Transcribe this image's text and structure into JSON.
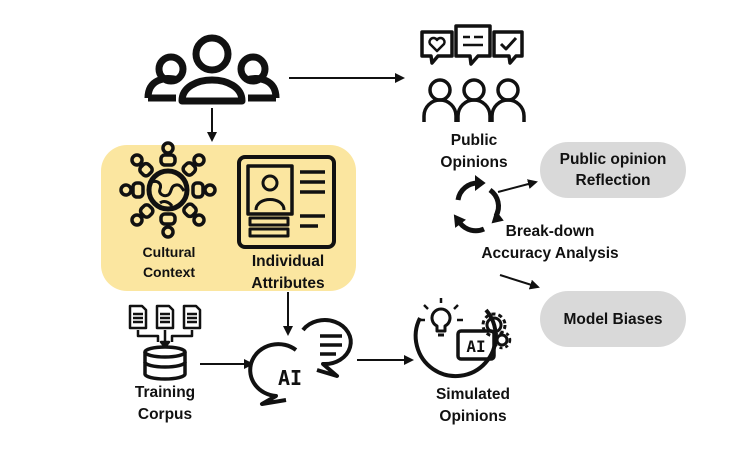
{
  "colors": {
    "highlight": "#fbe6a0",
    "pill": "#d9d9d9",
    "stroke": "#111111"
  },
  "icons": {
    "population": "people-group-icon",
    "opinions": "speech-bubbles-people-icon",
    "culture": "globe-people-circle-icon",
    "attributes": "id-profile-card-icon",
    "corpus": "documents-database-icon",
    "ai": "ai-chat-bubbles-icon",
    "simulated": "ai-gear-lightbulb-icon",
    "cycle": "refresh-cycle-icon"
  },
  "labels": {
    "public_opinions": [
      "Public",
      "Opinions"
    ],
    "cultural_context": [
      "Cultural",
      "Context"
    ],
    "individual_attributes": [
      "Individual",
      "Attributes"
    ],
    "training_corpus": [
      "Training",
      "Corpus"
    ],
    "simulated_opinions": [
      "Simulated",
      "Opinions"
    ],
    "breakdown": [
      "Break-down",
      "Accuracy Analysis"
    ],
    "reflection": [
      "Public opinion",
      "Reflection"
    ],
    "model_biases": "Model Biases",
    "ai_text": "AI",
    "ai_small_text": "AI"
  }
}
